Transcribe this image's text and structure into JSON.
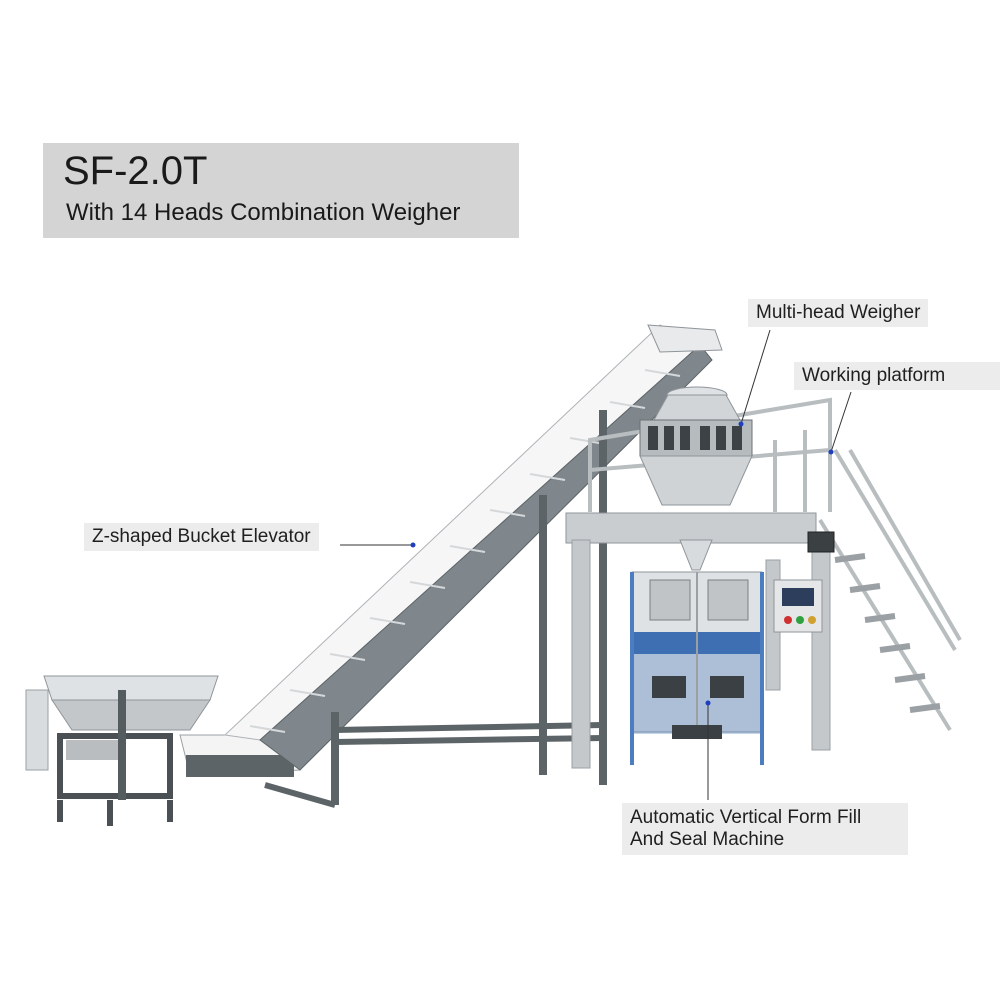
{
  "header": {
    "model": "SF-2.0T",
    "subtitle": "With 14 Heads Combination Weigher"
  },
  "labels": {
    "multihead": "Multi-head Weigher",
    "platform": "Working platform",
    "elevator": "Z-shaped Bucket Elevator",
    "vffs_line1": "Automatic Vertical Form Fill",
    "vffs_line2": "And Seal Machine"
  },
  "colors": {
    "title_bg": "#d4d4d4",
    "label_bg": "#ececec",
    "frame_gray": "#5d6468",
    "steel": "#c9cdd0",
    "belt": "#f4f4f4",
    "vffs_blue": "#3f6fb3",
    "pointer": "#1f3fbf"
  }
}
